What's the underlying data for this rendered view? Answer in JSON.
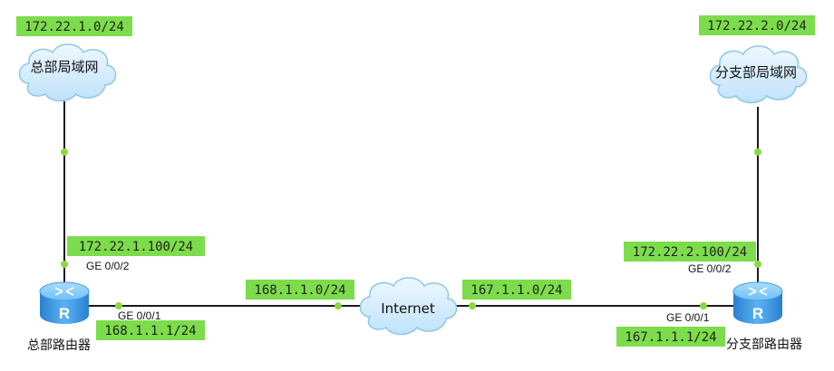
{
  "diagram": {
    "colors": {
      "label_bg": "#7ddc4c",
      "link": "#1a1a1a",
      "port_dot": "#8bd840",
      "cloud_fill": "#d6eefc",
      "cloud_stroke": "#8cc6ea",
      "router_body": "#3f9ce6"
    },
    "networks": {
      "hq_lan_subnet": "172.22.1.0/24",
      "branch_lan_subnet": "172.22.2.0/24",
      "hq_wan_subnet": "168.1.1.0/24",
      "branch_wan_subnet": "167.1.1.0/24"
    },
    "clouds": {
      "hq_lan": "总部局域网",
      "branch_lan": "分支部局域网",
      "internet": "Internet"
    },
    "routers": {
      "hq": {
        "name": "总部路由器",
        "lan_port": "GE 0/0/2",
        "lan_ip": "172.22.1.100/24",
        "wan_port": "GE 0/0/1",
        "wan_ip": "168.1.1.1/24",
        "icon": "router-icon"
      },
      "branch": {
        "name": "分支部路由器",
        "lan_port": "GE 0/0/2",
        "lan_ip": "172.22.2.100/24",
        "wan_port": "GE 0/0/1",
        "wan_ip": "167.1.1.1/24",
        "icon": "router-icon"
      }
    }
  }
}
